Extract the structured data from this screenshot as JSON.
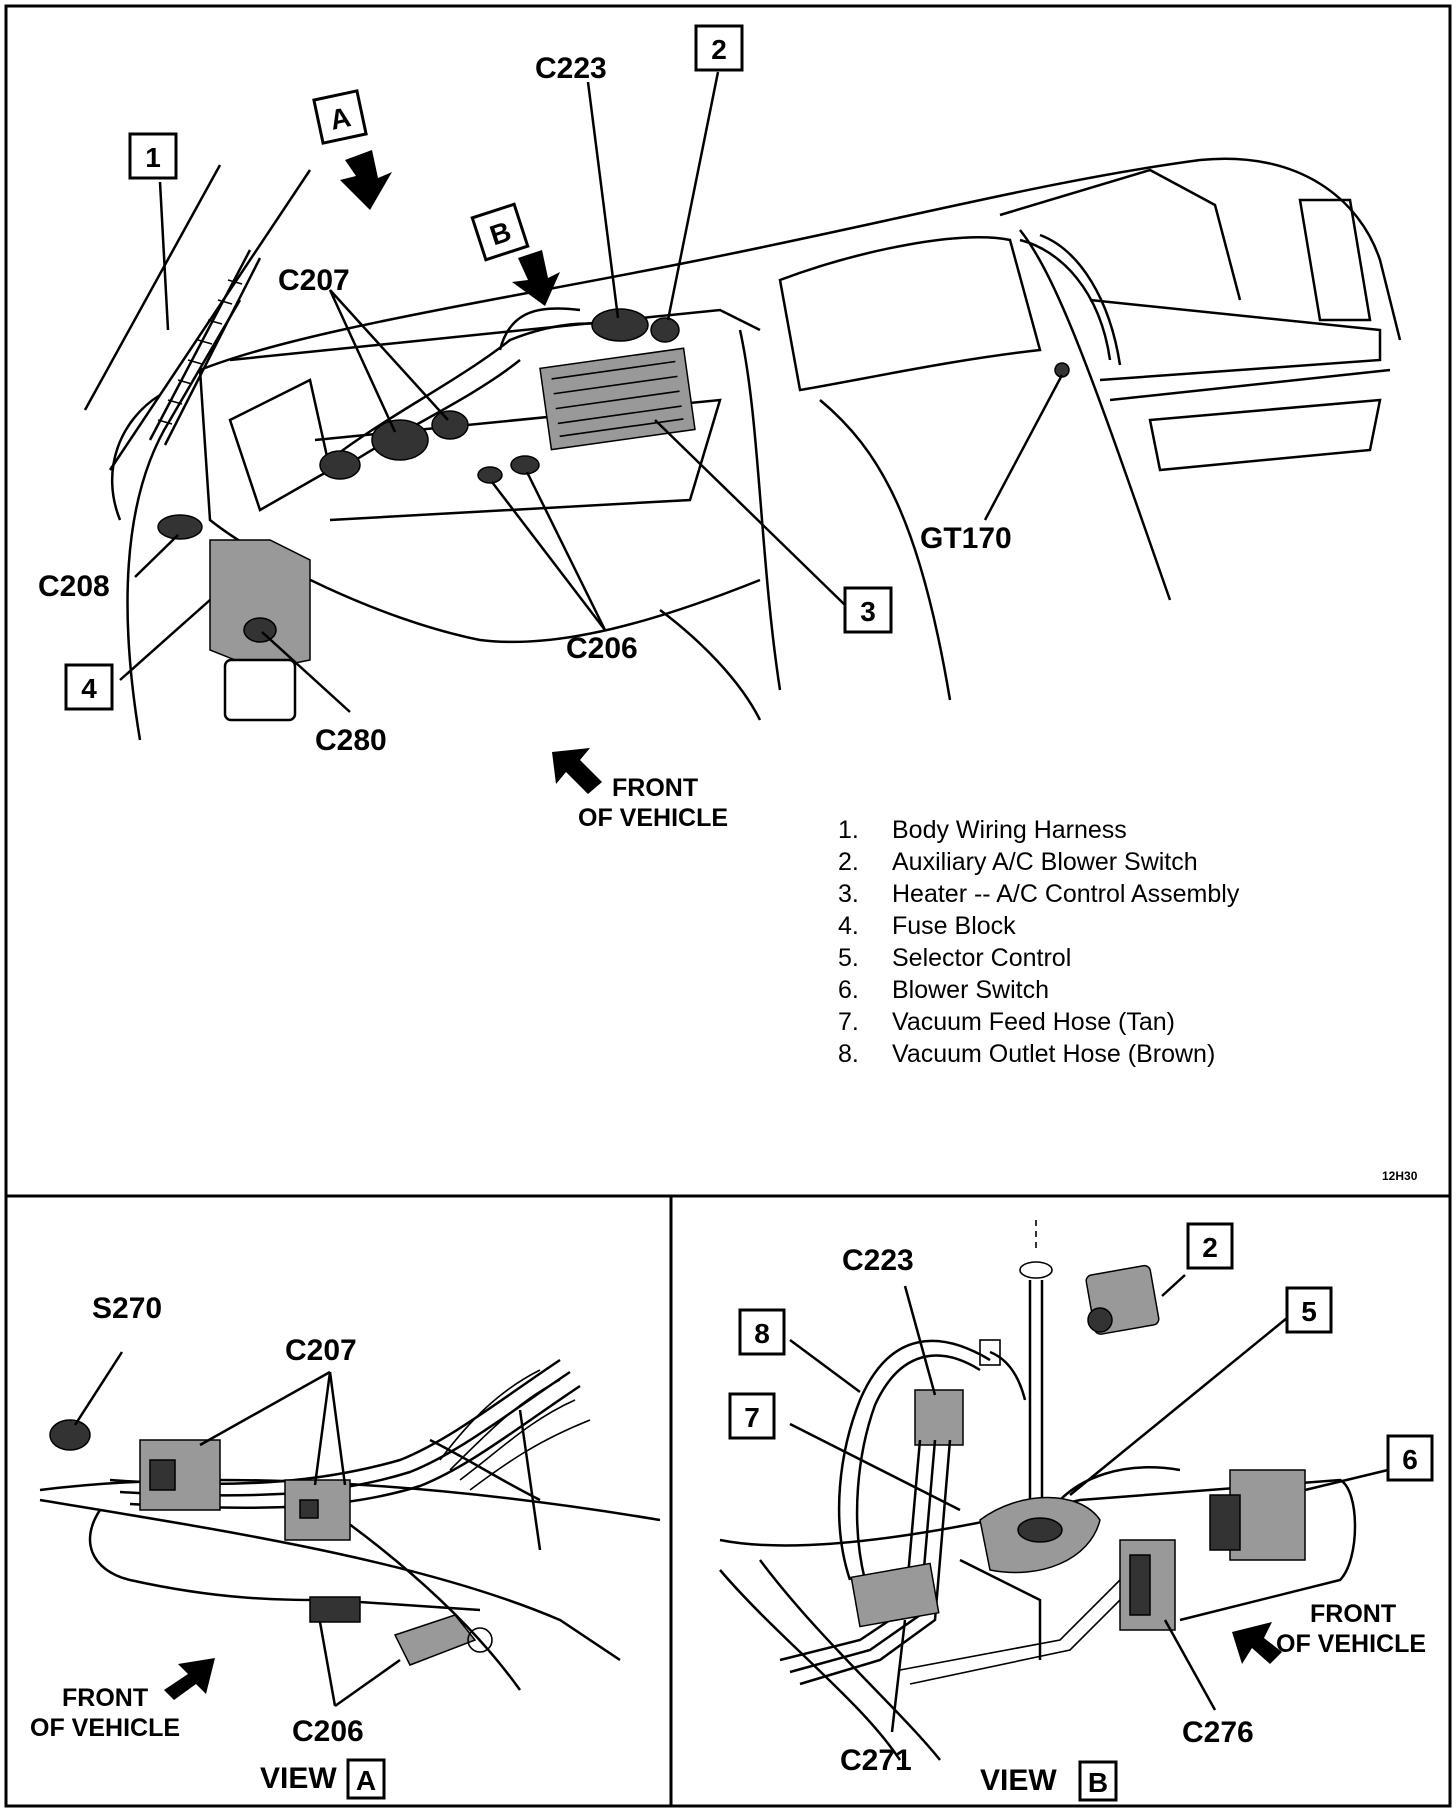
{
  "main_view": {
    "connectors": {
      "c223": "C223",
      "c207": "C207",
      "c208": "C208",
      "c206": "C206",
      "c280": "C280",
      "gt170": "GT170"
    },
    "view_arrows": {
      "a": "A",
      "b": "B"
    },
    "callouts": {
      "n1": "1",
      "n2": "2",
      "n3": "3",
      "n4": "4"
    },
    "front_of_vehicle": {
      "line1": "FRONT",
      "line2": "OF VEHICLE"
    },
    "reference_code": "12H30"
  },
  "legend": [
    {
      "num": "1.",
      "label": "Body Wiring Harness"
    },
    {
      "num": "2.",
      "label": "Auxiliary A/C Blower Switch"
    },
    {
      "num": "3.",
      "label": "Heater -- A/C Control Assembly"
    },
    {
      "num": "4.",
      "label": "Fuse Block"
    },
    {
      "num": "5.",
      "label": "Selector Control"
    },
    {
      "num": "6.",
      "label": "Blower Switch"
    },
    {
      "num": "7.",
      "label": "Vacuum Feed Hose (Tan)"
    },
    {
      "num": "8.",
      "label": "Vacuum Outlet Hose (Brown)"
    }
  ],
  "view_a": {
    "connectors": {
      "s270": "S270",
      "c207": "C207",
      "c206": "C206"
    },
    "front_of_vehicle": {
      "line1": "FRONT",
      "line2": "OF VEHICLE"
    },
    "title": "VIEW",
    "title_box": "A"
  },
  "view_b": {
    "connectors": {
      "c223": "C223",
      "c271": "C271",
      "c276": "C276"
    },
    "callouts": {
      "n2": "2",
      "n5": "5",
      "n6": "6",
      "n7": "7",
      "n8": "8"
    },
    "front_of_vehicle": {
      "line1": "FRONT",
      "line2": "OF VEHICLE"
    },
    "title": "VIEW",
    "title_box": "B"
  }
}
